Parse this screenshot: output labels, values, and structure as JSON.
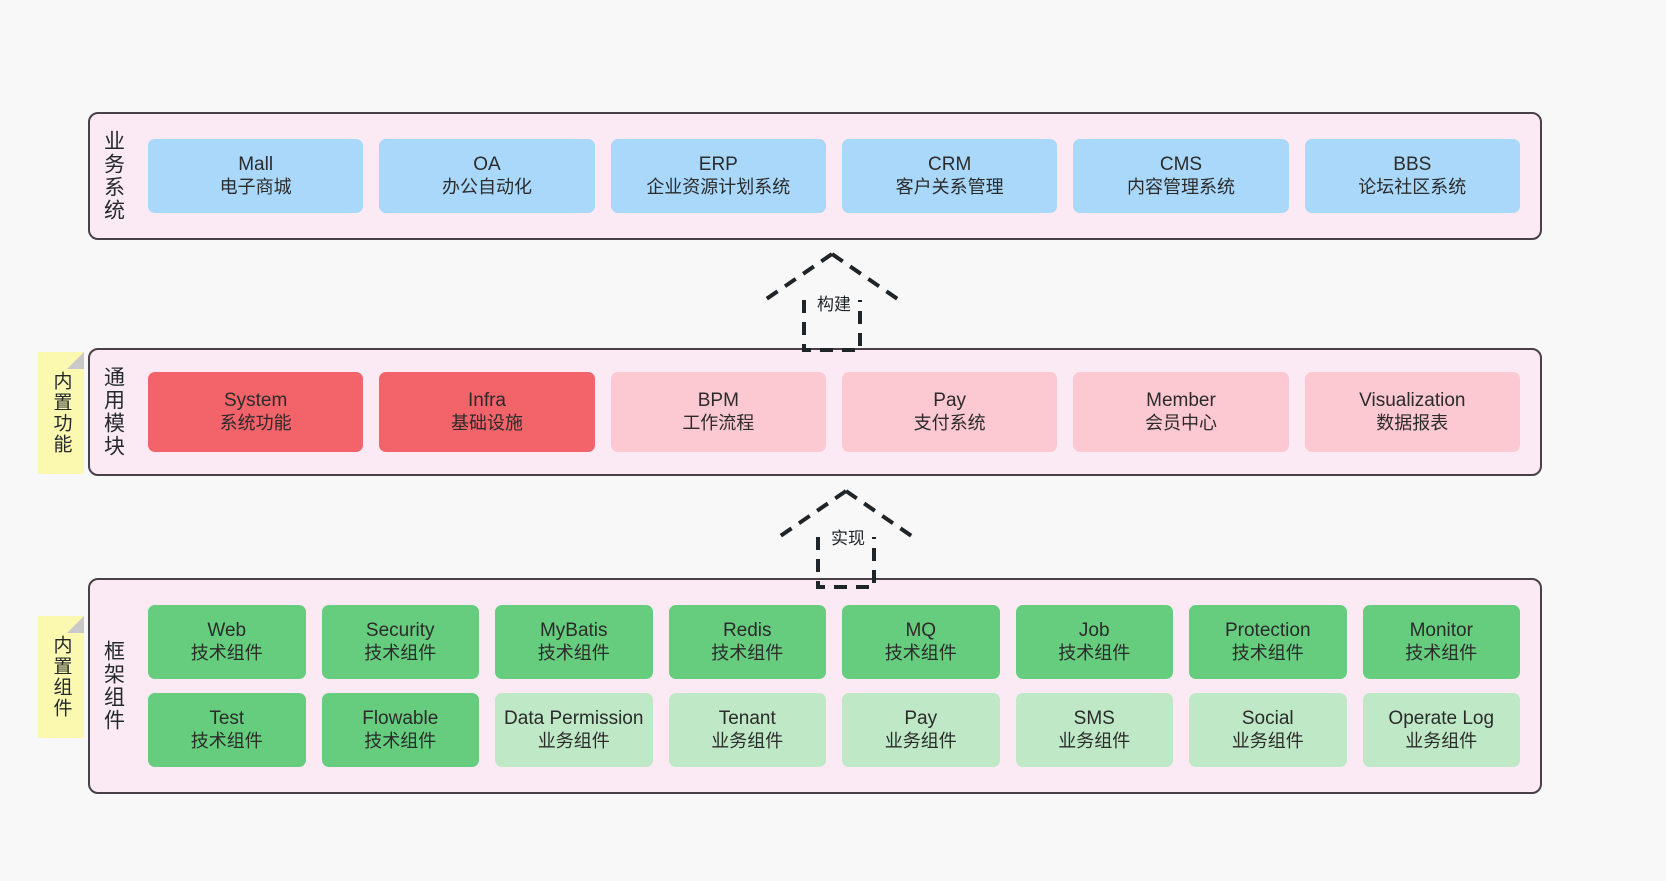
{
  "diagram": {
    "background_color": "#f8f8f8",
    "band_fill": "#fbeaf4",
    "band_border": "#4a4048"
  },
  "layers": [
    {
      "id": "business",
      "label": "业务系统",
      "cell_color": "#a9d8fa",
      "cells": [
        {
          "name": "Mall",
          "desc": "电子商城"
        },
        {
          "name": "OA",
          "desc": "办公自动化"
        },
        {
          "name": "ERP",
          "desc": "企业资源计划系统"
        },
        {
          "name": "CRM",
          "desc": "客户关系管理"
        },
        {
          "name": "CMS",
          "desc": "内容管理系统"
        },
        {
          "name": "BBS",
          "desc": "论坛社区系统"
        }
      ]
    },
    {
      "id": "common",
      "label": "通用模块",
      "sticky": "内置功能",
      "colors": {
        "primary": "#f2646a",
        "secondary": "#fcc8d2"
      },
      "cells": [
        {
          "name": "System",
          "desc": "系统功能",
          "tone": "primary"
        },
        {
          "name": "Infra",
          "desc": "基础设施",
          "tone": "primary"
        },
        {
          "name": "BPM",
          "desc": "工作流程",
          "tone": "secondary"
        },
        {
          "name": "Pay",
          "desc": "支付系统",
          "tone": "secondary"
        },
        {
          "name": "Member",
          "desc": "会员中心",
          "tone": "secondary"
        },
        {
          "name": "Visualization",
          "desc": "数据报表",
          "tone": "secondary"
        }
      ]
    },
    {
      "id": "framework",
      "label": "框架组件",
      "sticky": "内置组件",
      "colors": {
        "tech": "#66cc7e",
        "business": "#bfe8c6"
      },
      "rows": [
        [
          {
            "name": "Web",
            "desc": "技术组件",
            "tone": "tech"
          },
          {
            "name": "Security",
            "desc": "技术组件",
            "tone": "tech"
          },
          {
            "name": "MyBatis",
            "desc": "技术组件",
            "tone": "tech"
          },
          {
            "name": "Redis",
            "desc": "技术组件",
            "tone": "tech"
          },
          {
            "name": "MQ",
            "desc": "技术组件",
            "tone": "tech"
          },
          {
            "name": "Job",
            "desc": "技术组件",
            "tone": "tech"
          },
          {
            "name": "Protection",
            "desc": "技术组件",
            "tone": "tech"
          },
          {
            "name": "Monitor",
            "desc": "技术组件",
            "tone": "tech"
          }
        ],
        [
          {
            "name": "Test",
            "desc": "技术组件",
            "tone": "tech"
          },
          {
            "name": "Flowable",
            "desc": "技术组件",
            "tone": "tech"
          },
          {
            "name": "Data Permission",
            "desc": "业务组件",
            "tone": "business"
          },
          {
            "name": "Tenant",
            "desc": "业务组件",
            "tone": "business"
          },
          {
            "name": "Pay",
            "desc": "业务组件",
            "tone": "business"
          },
          {
            "name": "SMS",
            "desc": "业务组件",
            "tone": "business"
          },
          {
            "name": "Social",
            "desc": "业务组件",
            "tone": "business"
          },
          {
            "name": "Operate Log",
            "desc": "业务组件",
            "tone": "business"
          }
        ]
      ]
    }
  ],
  "connectors": [
    {
      "id": "build",
      "label": "构建",
      "from": "common",
      "to": "business"
    },
    {
      "id": "impl",
      "label": "实现",
      "from": "framework",
      "to": "common"
    }
  ]
}
